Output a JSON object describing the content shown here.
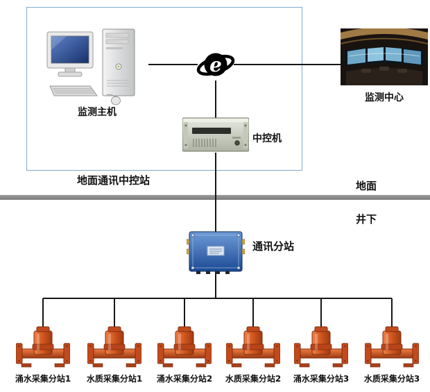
{
  "diagram": {
    "surface_box_label": "地面通讯中控站",
    "monitor_host_label": "监测主机",
    "monitor_center_label": "监测中心",
    "controller_label": "中控机",
    "substation_label": "通讯分站",
    "surface_zone_label": "地面",
    "underground_zone_label": "井下"
  },
  "collectors": [
    {
      "label": "涌水采集分站1"
    },
    {
      "label": "水质采集分站1"
    },
    {
      "label": "涌水采集分站2"
    },
    {
      "label": "水质采集分站2"
    },
    {
      "label": "涌水采集分站3"
    },
    {
      "label": "水质采集分站3"
    }
  ],
  "icons": {
    "internet": "internet-e-icon",
    "computer": "desktop-computer-icon",
    "rack_server": "rack-server-icon",
    "substation_box": "junction-box-icon",
    "flow_meter": "flow-meter-icon",
    "control_room": "control-room-photo"
  },
  "colors": {
    "box_border": "#84a9c6",
    "divider_gray": "#8a8a8a",
    "connection_line": "#151515",
    "collector_orange": "#cc5526",
    "substation_blue": "#2a5ca8"
  }
}
